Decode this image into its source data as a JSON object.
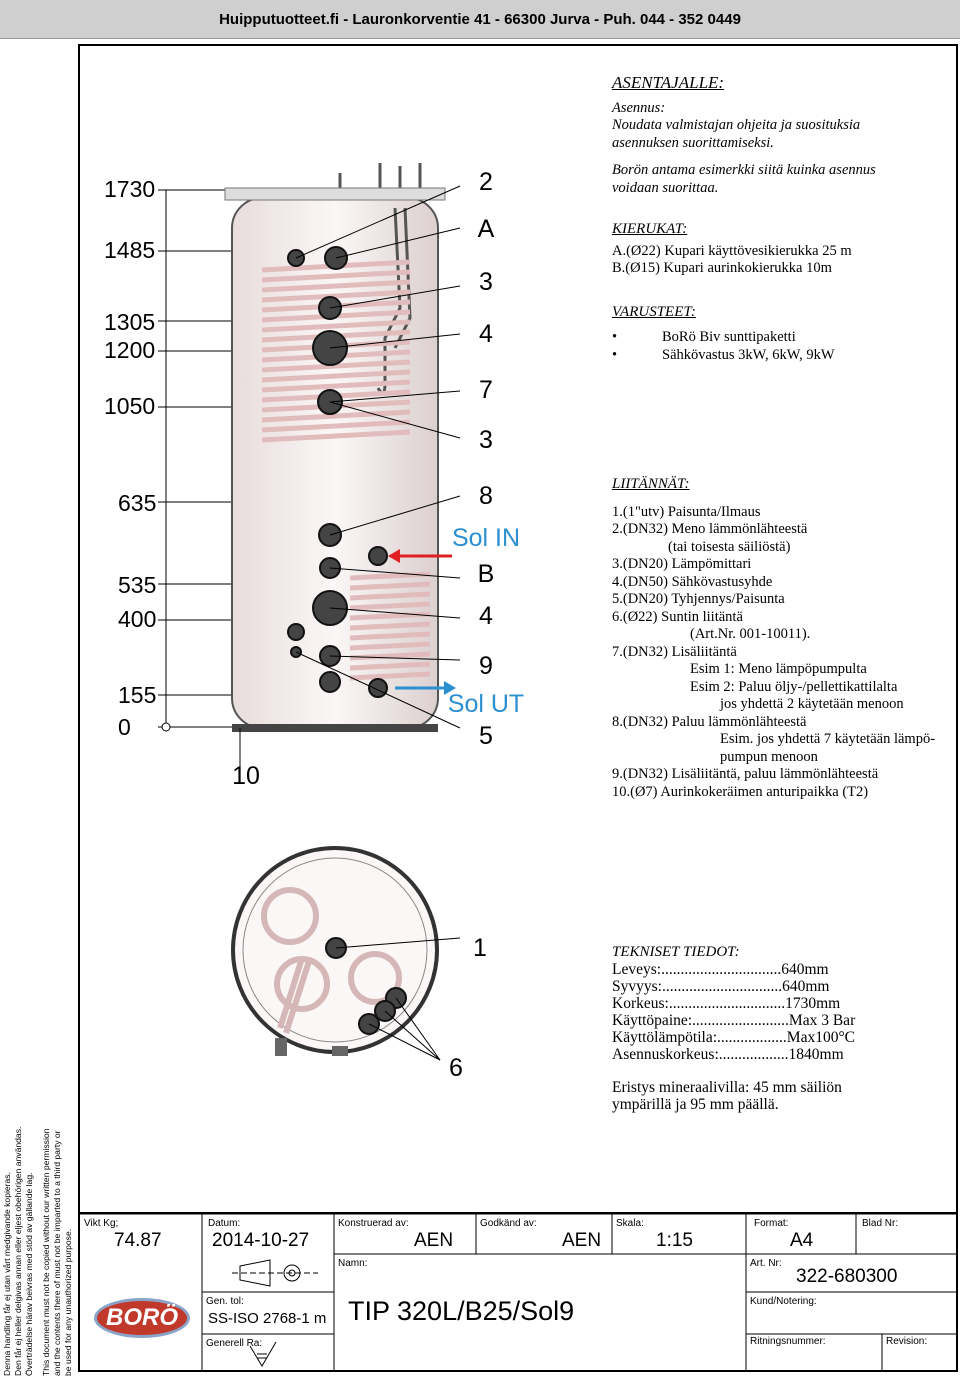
{
  "header": "Huipputuotteet.fi - Lauronkorventie 41 - 66300 Jurva - Puh. 044 - 352 0449",
  "left_dims": [
    "1730",
    "1485",
    "1305",
    "1200",
    "1050",
    "635",
    "535",
    "400",
    "155",
    "0"
  ],
  "right_labels": [
    "2",
    "A",
    "3",
    "4",
    "7",
    "3",
    "8",
    "Sol IN",
    "B",
    "4",
    "9",
    "Sol UT",
    "5"
  ],
  "bottom_label": "10",
  "asentajalle": {
    "title": "ASENTAJALLE:",
    "asennus_title": "Asennus:",
    "asennus_text": [
      "Noudata valmistajan ohjeita ja suosituksia",
      "asennuksen suorittamiseksi."
    ],
    "boro_text": [
      "Borön antama esimerkki siitä kuinka asennus",
      "voidaan suorittaa."
    ]
  },
  "kierukat": {
    "title": "KIERUKAT:",
    "lines": [
      "A.(Ø22)  Kupari käyttövesikierukka 25 m",
      "B.(Ø15)  Kupari aurinkokierukka 10m"
    ]
  },
  "varusteet": {
    "title": "VARUSTEET:",
    "items": [
      "BoRö Biv sunttipaketti",
      "Sähkövastus 3kW, 6kW, 9kW"
    ]
  },
  "liitannat": {
    "title": "LIITÄNNÄT:",
    "lines": [
      "1.(1\"utv)  Paisunta/Ilmaus",
      "2.(DN32) Meno lämmönlähteestä",
      "(tai toisesta säiliöstä)",
      "3.(DN20) Lämpömittari",
      "4.(DN50) Sähkövastusyhde",
      "5.(DN20) Tyhjennys/Paisunta",
      "6.(Ø22)   Suntin liitäntä",
      "(Art.Nr. 001-10011).",
      "7.(DN32) Lisäliitäntä",
      "Esim 1: Meno lämpöpumpulta",
      "Esim 2: Paluu öljy-/pellettikattilalta",
      "jos yhdettä 2 käytetään menoon",
      "8.(DN32) Paluu lämmönlähteestä",
      "Esim. jos yhdettä 7 käytetään lämpö-",
      "pumpun menoon",
      "9.(DN32) Lisäliitäntä, paluu lämmönlähteestä",
      "10.(Ø7)     Aurinkokeräimen anturipaikka (T2)"
    ]
  },
  "topview_labels": {
    "one": "1",
    "six": "6"
  },
  "tekniset": {
    "title": "TEKNISET TIEDOT:",
    "lines": [
      "Leveys:...............................640mm",
      "Syvyys:...............................640mm",
      "Korkeus:..............................1730mm",
      "Käyttöpaine:.........................Max 3 Bar",
      "Käyttölämpötila:..................Max100°C",
      "Asennuskorkeus:..................1840mm"
    ],
    "note": [
      "Eristys mineraalivilla: 45 mm säiliön",
      "ympärillä ja 95 mm päällä."
    ]
  },
  "side_text": [
    "Denna handling får ej  utan vårt medgivande kopieras.",
    "Den får ej heller delgivas annan eller eljest obehörigen användas.",
    "Överträdelse härav beivras med stöd av gällande lag.",
    "This document must not be copied without our written permission",
    "and the contents there of must not be imparted to a third party or",
    "be used for any unauthorized purpose."
  ],
  "titleblock": {
    "vikt_lbl": "Vikt Kg;",
    "vikt": "74.87",
    "datum_lbl": "Datum:",
    "datum": "2014-10-27",
    "konstr_lbl": "Konstruerad av:",
    "konstr": "AEN",
    "godkand_lbl": "Godkänd av:",
    "godkand": "AEN",
    "skala_lbl": "Skala:",
    "skala": "1:15",
    "format_lbl": "Format:",
    "format": "A4",
    "blad_lbl": "Blad Nr:",
    "namn_lbl": "Namn:",
    "namn": "TIP 320L/B25/Sol9",
    "artnr_lbl": "Art. Nr:",
    "artnr": "322-680300",
    "gentol_lbl": "Gen. tol:",
    "gentol": "SS-ISO 2768-1 m",
    "generell_lbl": "Generell Ra:",
    "kund_lbl": "Kund/Notering:",
    "ritn_lbl": "Ritningsnummer:",
    "rev_lbl": "Revision:",
    "logo": "BORÖ"
  }
}
